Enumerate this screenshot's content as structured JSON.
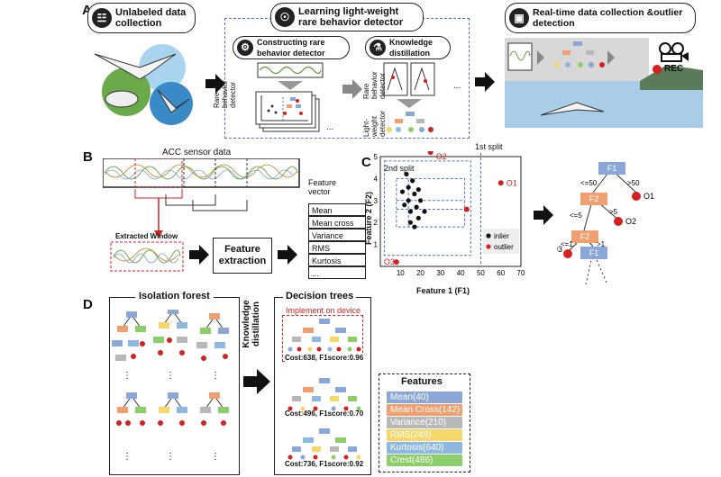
{
  "panels": {
    "a": "A",
    "b": "B",
    "c": "C",
    "d": "D"
  },
  "panel_a": {
    "unlabeled": "Unlabeled data collection",
    "learning": "Learning light-weight rare behavior detector",
    "constructing": "Constructing rare behavior detector",
    "knowledge_distillation": "Knowledge distillation",
    "rare_detector_label": "Rare behavior detector",
    "lightweight_label": "Light-weight detector",
    "ellipsis": "...",
    "realtime": "Real-time data collection &outlier detection",
    "rec": "REC"
  },
  "panel_b": {
    "acc_title": "ACC sensor data",
    "extracted_window": "Extracted Window",
    "feature_extraction": "Feature extraction",
    "feature_vector_title": "Feature vector",
    "features": [
      "Mean",
      "Mean cross",
      "Variance",
      "RMS",
      "Kurtosis",
      "..."
    ]
  },
  "panel_c": {
    "split1": "1st split",
    "split2": "2nd split",
    "xlabel": "Feature 1 (F1)",
    "ylabel": "Feature 2 (F2)",
    "legend_inlier": "inlier",
    "legend_outlier": "outlier",
    "o1": "O1",
    "o2": "O2",
    "o3": "O3",
    "tree": {
      "f1": "F1",
      "f2a": "F2",
      "f2b": "F2",
      "f1b": "F1",
      "le50": "<=50",
      "gt50": ">50",
      "le5": "<=5",
      "gt5": ">5",
      "le1": "<=1",
      "gt1": ">1"
    }
  },
  "chart_data": {
    "type": "scatter",
    "xlabel": "Feature 1 (F1)",
    "ylabel": "Feature 2 (F2)",
    "xlim": [
      0,
      70
    ],
    "ylim": [
      0,
      5
    ],
    "xticks": [
      10,
      20,
      30,
      40,
      50,
      60,
      70
    ],
    "yticks": [
      1,
      2,
      3,
      4,
      5
    ],
    "series": [
      {
        "name": "inlier",
        "color": "#111111",
        "points": [
          [
            11,
            3.4
          ],
          [
            13,
            4.2
          ],
          [
            14,
            3.0
          ],
          [
            15,
            2.5
          ],
          [
            16,
            3.9
          ],
          [
            17,
            3.3
          ],
          [
            18,
            2.7
          ],
          [
            12,
            2.8
          ],
          [
            19,
            2.2
          ],
          [
            20,
            3.0
          ],
          [
            15,
            2.0
          ],
          [
            17,
            1.8
          ],
          [
            22,
            2.5
          ],
          [
            14,
            3.6
          ],
          [
            19,
            3.5
          ]
        ]
      },
      {
        "name": "outlier",
        "color": "#d62020",
        "points": [
          [
            25,
            5.2
          ],
          [
            60,
            3.8
          ],
          [
            43,
            2.6
          ],
          [
            8,
            0.2
          ]
        ]
      }
    ],
    "splits": [
      {
        "feature": "F1",
        "value": 50
      },
      {
        "feature": "F2",
        "value": 5
      }
    ],
    "legend": "bottom-right"
  },
  "panel_d": {
    "isolation_forest": "Isolation forest",
    "knowledge_distillation": "Knowledge distillation",
    "decision_trees": "Decision trees",
    "implement": "Implement on device",
    "tree1": "Cost:638, F1score:0.96",
    "tree2": "Cost:496, F1score:0.70",
    "tree3": "Cost:736, F1score:0.92",
    "features_title": "Features",
    "features": [
      {
        "label": "Mean(40)",
        "color": "#8aa7d8"
      },
      {
        "label": "Mean Cross(142)",
        "color": "#f0a070"
      },
      {
        "label": "Variance(210)",
        "color": "#b8b8b8"
      },
      {
        "label": "RMS(248)",
        "color": "#f5d76a"
      },
      {
        "label": "Kurtosis(640)",
        "color": "#8fb8e0"
      },
      {
        "label": "Crest(486)",
        "color": "#8ccf6a"
      }
    ]
  },
  "colors": {
    "red": "#d62020",
    "blue_dash": "#4a78b8",
    "tree_blue": "#8aa7d8"
  }
}
